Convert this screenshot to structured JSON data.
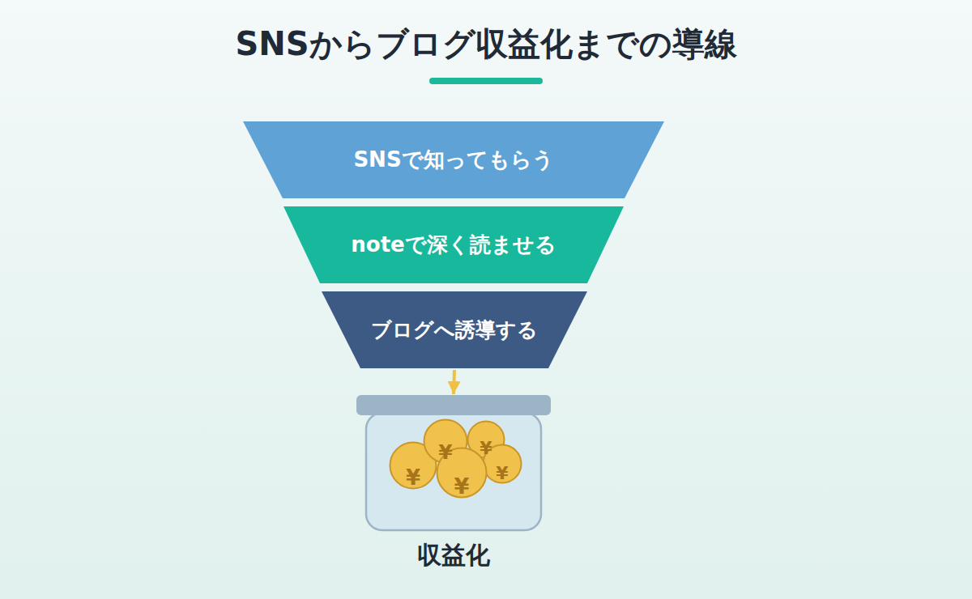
{
  "diagram": {
    "title": "SNSからブログ収益化までの導線",
    "nodes": [
      {
        "text": [
          "SNSで知ってもらう"
        ]
      },
      {
        "text": [
          "noteで深く読ませる"
        ]
      },
      {
        "text": [
          "ブログへ誘導する"
        ]
      },
      {
        "text": [
          "収益化"
        ]
      },
      {
        "text": [
          "¥"
        ],
        "in": 3
      },
      {
        "text": [
          "¥"
        ],
        "in": 3
      },
      {
        "text": [
          "¥"
        ],
        "in": 3
      },
      {
        "text": [
          "¥"
        ],
        "in": 3
      },
      {
        "text": [
          "¥"
        ],
        "in": 3
      }
    ],
    "edges": [
      {
        "from": 2,
        "to": 3,
        "arrow": "to"
      }
    ]
  }
}
